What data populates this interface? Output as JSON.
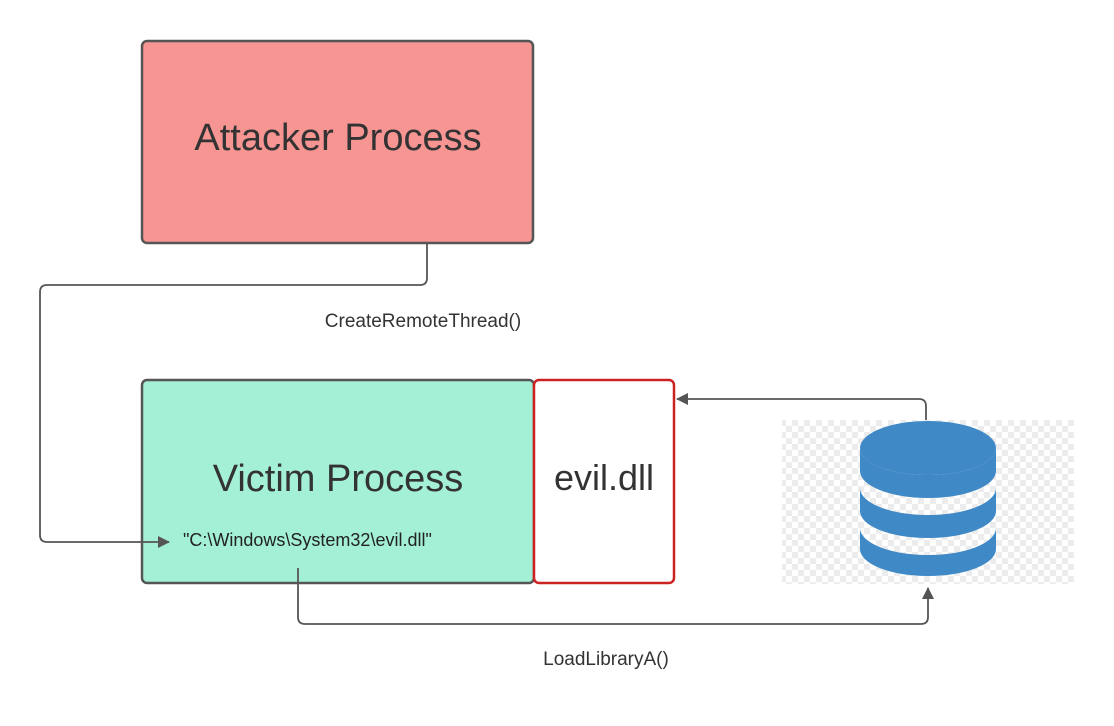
{
  "nodes": {
    "attacker": {
      "label": "Attacker Process",
      "fill": "#f79593",
      "stroke": "#555555"
    },
    "victim": {
      "label": "Victim Process",
      "path": "\"C:\\Windows\\System32\\evil.dll\"",
      "fill": "#a4f0d6",
      "stroke": "#555555"
    },
    "dll": {
      "label": "evil.dll",
      "fill": "#ffffff",
      "stroke": "#cc2222"
    },
    "disk": {
      "icon": "database-icon",
      "color": "#3f89c6"
    }
  },
  "edges": {
    "create_remote_thread": {
      "label": "CreateRemoteThread()"
    },
    "load_library": {
      "label": "LoadLibraryA()"
    },
    "disk_to_dll": {
      "label": ""
    }
  },
  "colors": {
    "connector": "#555555",
    "checker_dark": "#ececec",
    "checker_light": "#ffffff"
  }
}
